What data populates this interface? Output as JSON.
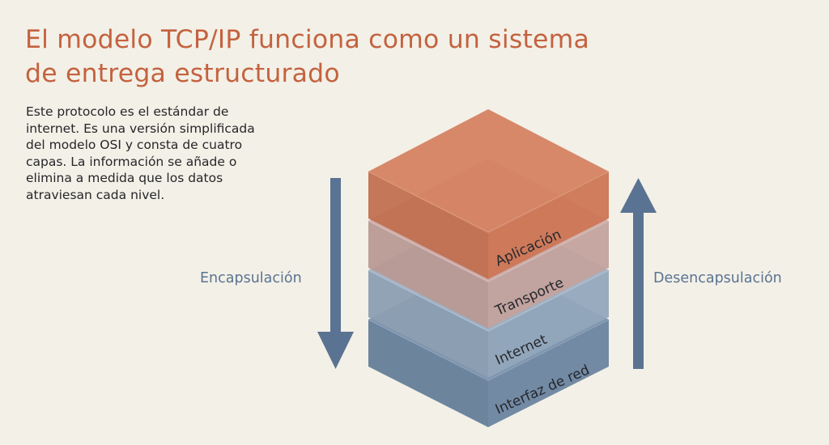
{
  "title": {
    "line1": "El modelo TCP/IP funciona como un sistema",
    "line2": "de entrega estructurado"
  },
  "description": "Este protocolo es el estándar de internet. Es una versión simplificada del modelo OSI y consta de cuatro capas. La información se añade o elimina a medida que los datos atraviesan cada nivel.",
  "arrows": {
    "left_label": "Encapsulación",
    "right_label": "Desencapsulación"
  },
  "layers": [
    {
      "name": "Aplicación",
      "color": "#d27a58"
    },
    {
      "name": "Transporte",
      "color": "#c9a7a2"
    },
    {
      "name": "Internet",
      "color": "#98acc2"
    },
    {
      "name": "Interfaz de red",
      "color": "#6e88a6"
    }
  ],
  "colors": {
    "title": "#c4623f",
    "arrow": "#5a7392",
    "background": "#f3f0e7"
  }
}
